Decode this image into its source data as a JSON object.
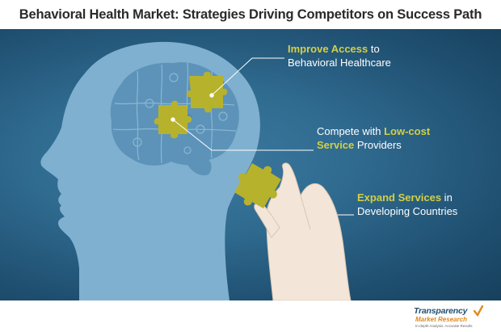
{
  "header": {
    "title": "Behavioral Health Market: Strategies Driving Competitors on Success Path"
  },
  "callouts": [
    {
      "highlight": "Improve Access",
      "rest_line1": " to",
      "line2": "Behavioral Healthcare"
    },
    {
      "prefix": "Compete with ",
      "highlight1": "Low-cost",
      "highlight2": "Service",
      "rest_line2": " Providers"
    },
    {
      "highlight": "Expand Services",
      "rest_line1": " in",
      "line2": "Developing Countries"
    }
  ],
  "logo": {
    "name": "Transparency",
    "sub": "Market Research",
    "tagline": "In-depth Analysis. Accurate Results"
  },
  "colors": {
    "background_dark": "#1f4f70",
    "head_fill": "#7fb0cf",
    "brain_fill": "#5d93b9",
    "puzzle_highlight": "#b7b22c",
    "highlight_text": "#d3cf45",
    "hand_skin": "#f3e6d8",
    "logo_blue": "#1f4f70",
    "logo_orange": "#e08a1e"
  }
}
